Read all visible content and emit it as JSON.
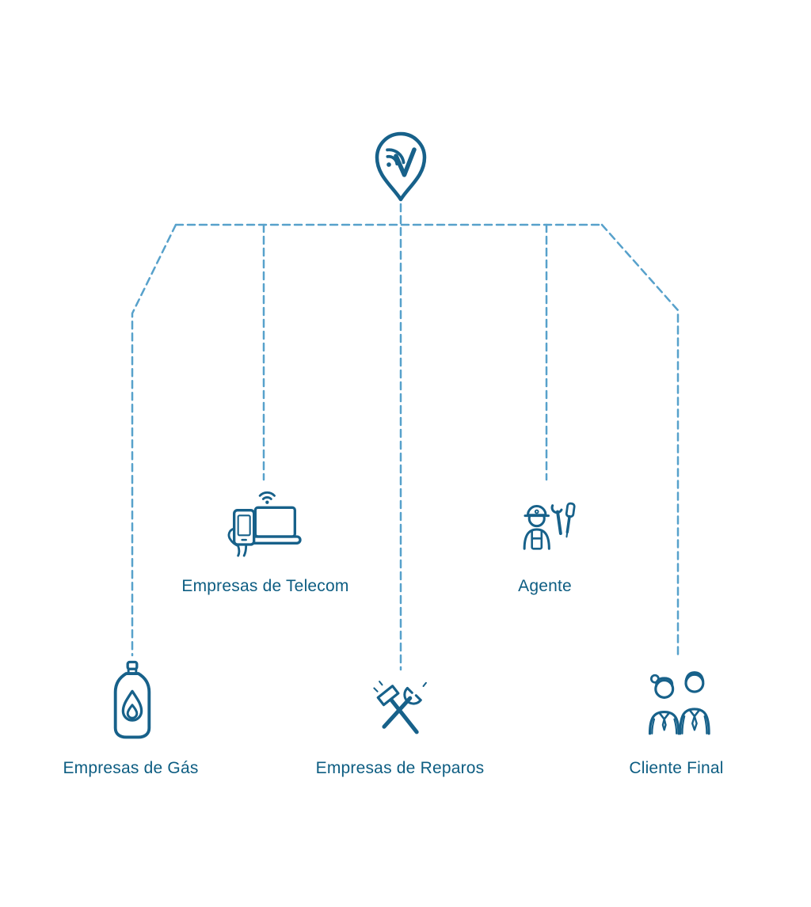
{
  "diagram": {
    "type": "org-style connector diagram",
    "colors": {
      "accent": "#17618a",
      "text": "#0d5d82",
      "connector_line": "#57a1cb",
      "background": "#ffffff"
    },
    "root": {
      "icon": "brand-pin-wifi-logo"
    },
    "nodes": [
      {
        "id": "telecom",
        "label": "Empresas de Telecom",
        "icon": "telecom-devices-icon"
      },
      {
        "id": "agente",
        "label": "Agente",
        "icon": "technician-icon"
      },
      {
        "id": "gas",
        "label": "Empresas de Gás",
        "icon": "gas-cylinder-icon"
      },
      {
        "id": "reparos",
        "label": "Empresas de Reparos",
        "icon": "crossed-tools-icon"
      },
      {
        "id": "cliente",
        "label": "Cliente Final",
        "icon": "customers-icon"
      }
    ]
  }
}
